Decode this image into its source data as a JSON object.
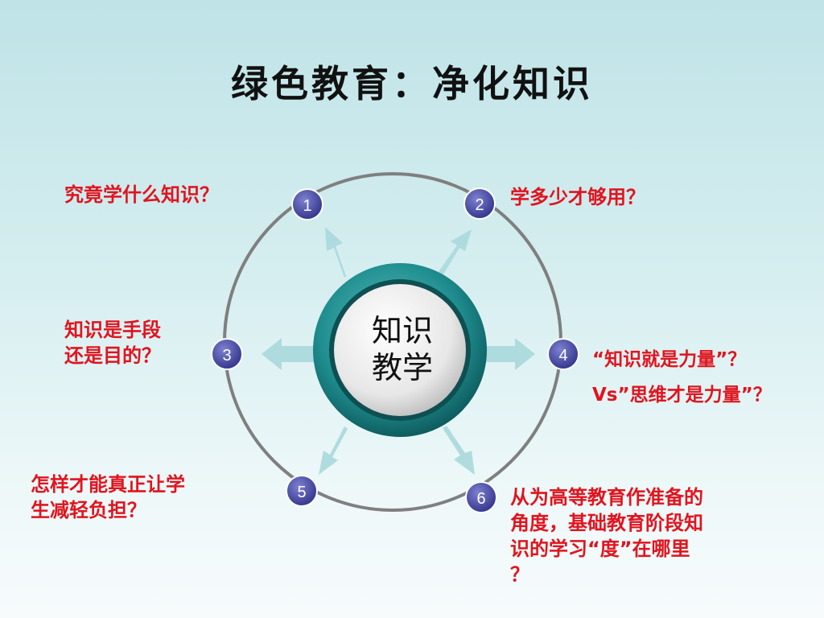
{
  "title": "绿色教育：净化知识",
  "center": {
    "line1": "知识",
    "line2": "教学"
  },
  "colors": {
    "question_text": "#e0141e",
    "ring": "#7f7f7f",
    "node": "#3d3f96",
    "hub": "#1e8c8e",
    "arrow": "#a9d8dc"
  },
  "nodes": [
    {
      "number": "1",
      "text": [
        "究竟学什么知识？"
      ]
    },
    {
      "number": "2",
      "text": [
        "学多少才够用？"
      ]
    },
    {
      "number": "3",
      "text": [
        "知识是手段",
        "还是目的？"
      ]
    },
    {
      "number": "4",
      "text": [
        "“知识就是力量”？",
        "Vs”思维才是力量”？"
      ]
    },
    {
      "number": "5",
      "text": [
        "怎样才能真正让学",
        "生减轻负担？"
      ]
    },
    {
      "number": "6",
      "text": [
        "从为高等教育作准备的",
        "角度，基础教育阶段知",
        "识的学习“度”在哪里",
        "？"
      ]
    }
  ]
}
